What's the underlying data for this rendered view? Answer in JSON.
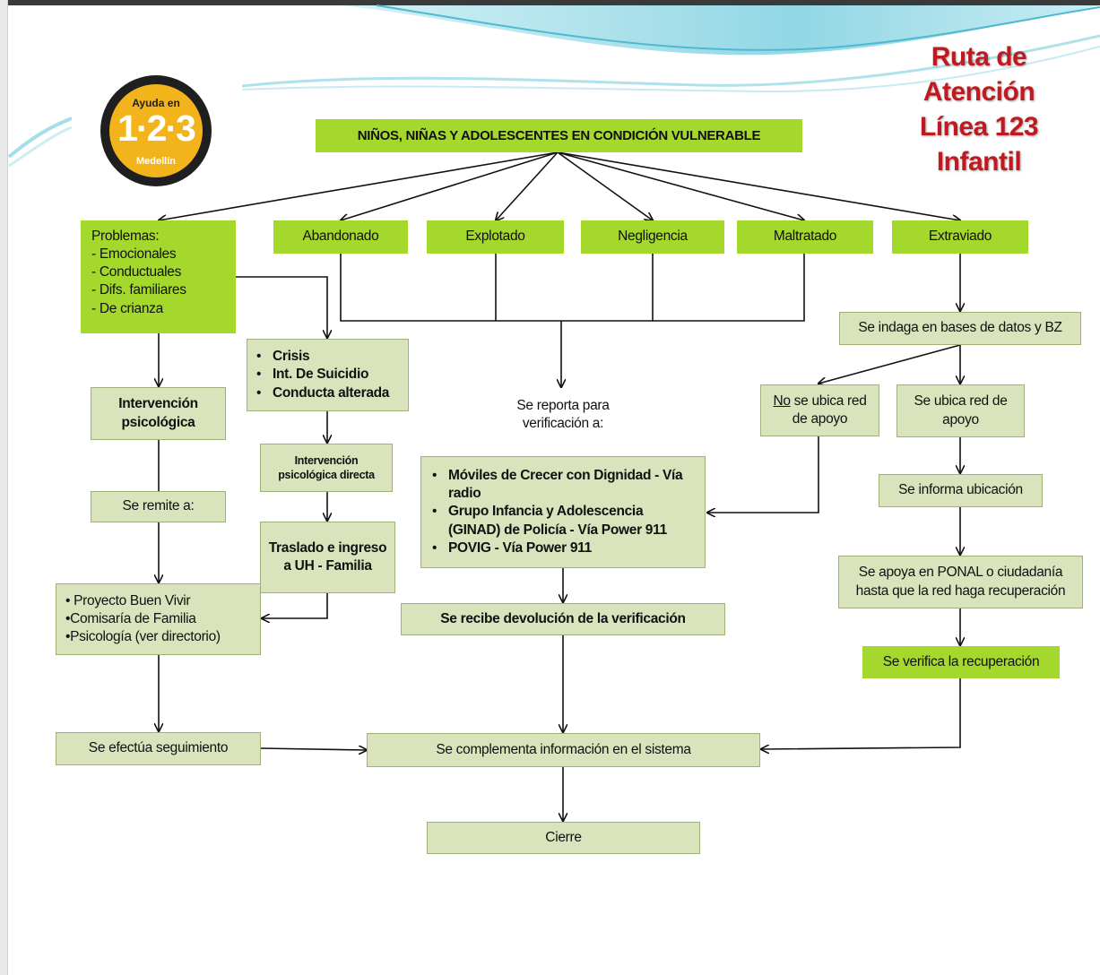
{
  "title": {
    "lines": [
      "Ruta de",
      "Atención",
      "Línea 123",
      "Infantil"
    ]
  },
  "logo": {
    "top": "Ayuda en",
    "number": "1·2·3",
    "city": "Medellín"
  },
  "root": "NIÑOS, NIÑAS Y ADOLESCENTES EN CONDICIÓN VULNERABLE",
  "categories": {
    "problemas": {
      "label": "Problemas:",
      "items": [
        "- Emocionales",
        "- Conductuales",
        "- Difs. familiares",
        "- De crianza"
      ]
    },
    "abandonado": "Abandonado",
    "explotado": "Explotado",
    "negligencia": "Negligencia",
    "maltratado": "Maltratado",
    "extraviado": "Extraviado"
  },
  "left": {
    "crisis": [
      "Crisis",
      "Int. De Suicidio",
      "Conducta alterada"
    ],
    "intervencion": "Intervención psicológica",
    "intervencion_directa": "Intervención psicológica directa",
    "se_remite": "Se remite a:",
    "traslado": "Traslado e ingreso a UH - Familia",
    "remisiones": [
      "• Proyecto Buen Vivir",
      "•Comisaría de Familia",
      "•Psicología  (ver directorio)"
    ],
    "seguimiento": "Se efectúa seguimiento"
  },
  "center": {
    "reporta": "Se reporta para verificación a:",
    "verificadores": [
      "Móviles de Crecer con Dignidad - Vía radio",
      "Grupo Infancia y Adolescencia (GINAD) de Policía - Vía Power 911",
      "POVIG - Vía Power 911"
    ],
    "devolucion": "Se recibe devolución de la verificación",
    "complementa": "Se complementa información en el sistema",
    "cierre": "Cierre"
  },
  "right": {
    "indaga": "Se indaga en bases de datos y BZ",
    "no_prefix": "No",
    "no_ubica": " se ubica red de apoyo",
    "si_ubica": "Se ubica red de apoyo",
    "informa": "Se informa ubicación",
    "apoya": "Se apoya en PONAL o ciudadanía hasta que la red haga recuperación",
    "verifica": "Se verifica  la recuperación"
  },
  "colors": {
    "lime": "#a4d82d",
    "sage": "#d9e4bd",
    "title_red": "#c0191f",
    "logo_yellow": "#f3b41b"
  }
}
